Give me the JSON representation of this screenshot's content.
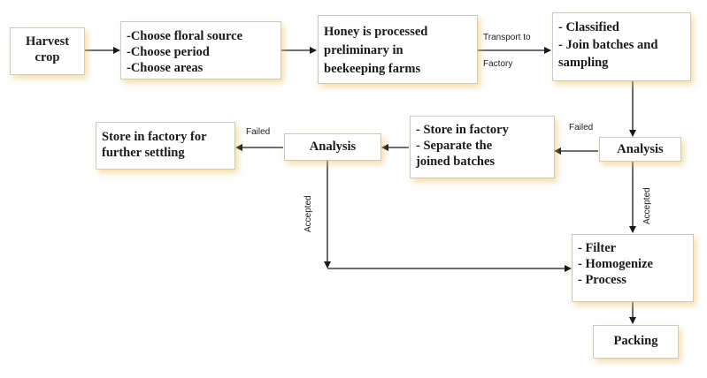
{
  "diagram": {
    "boxes": {
      "harvest": [
        "Harvest",
        "crop"
      ],
      "choose": [
        "-Choose floral source",
        "-Choose period",
        "-Choose areas"
      ],
      "honey": [
        "Honey is processed",
        "preliminary  in",
        "beekeeping farms"
      ],
      "classified": [
        "- Classified",
        "- Join batches and",
        "sampling"
      ],
      "analysis_right": [
        "Analysis"
      ],
      "store_separate": [
        "- Store in factory",
        "- Separate the",
        "joined batches"
      ],
      "analysis_mid": [
        "Analysis"
      ],
      "store_settling": [
        "Store in factory for",
        "further settling"
      ],
      "filter": [
        "- Filter",
        "- Homogenize",
        "- Process"
      ],
      "packing": [
        "Packing"
      ]
    },
    "edge_labels": {
      "transport_to": "Transport to",
      "factory": "Factory",
      "failed_right": "Failed",
      "failed_mid": "Failed",
      "accepted_right": "Accepted",
      "accepted_mid": "Accepted"
    },
    "colors": {
      "arrow": "#1a1a1a",
      "box_border": "#c9c9c9",
      "glow": "#ecc460"
    }
  }
}
